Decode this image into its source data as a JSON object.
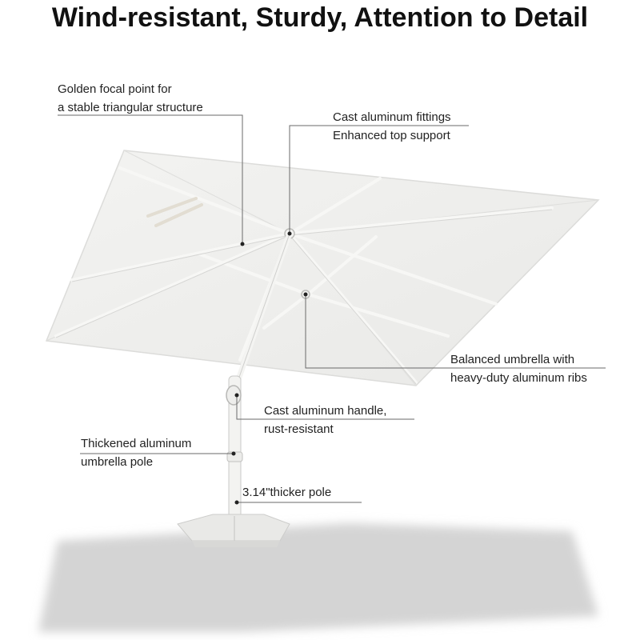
{
  "headline": "Wind-resistant, Sturdy, Attention to Detail",
  "colors": {
    "background": "#ffffff",
    "canopy": "#eeeeec",
    "frame": "#f6f6f4",
    "shadow": "#d4d4d4",
    "leader_line": "#6a6a6a",
    "text": "#222222"
  },
  "callouts": {
    "focal_point": {
      "line1": "Golden focal point for",
      "line2": "a stable triangular structure"
    },
    "fittings": {
      "line1": "Cast aluminum fittings",
      "line2": "Enhanced top support"
    },
    "ribs": {
      "line1": "Balanced umbrella with",
      "line2": "heavy-duty aluminum ribs"
    },
    "handle": {
      "line1": "Cast aluminum handle,",
      "line2": "rust-resistant"
    },
    "pole": {
      "line1": "Thickened aluminum",
      "line2": "umbrella pole"
    },
    "thicker_pole": {
      "line1": "3.14\"thicker pole"
    }
  }
}
